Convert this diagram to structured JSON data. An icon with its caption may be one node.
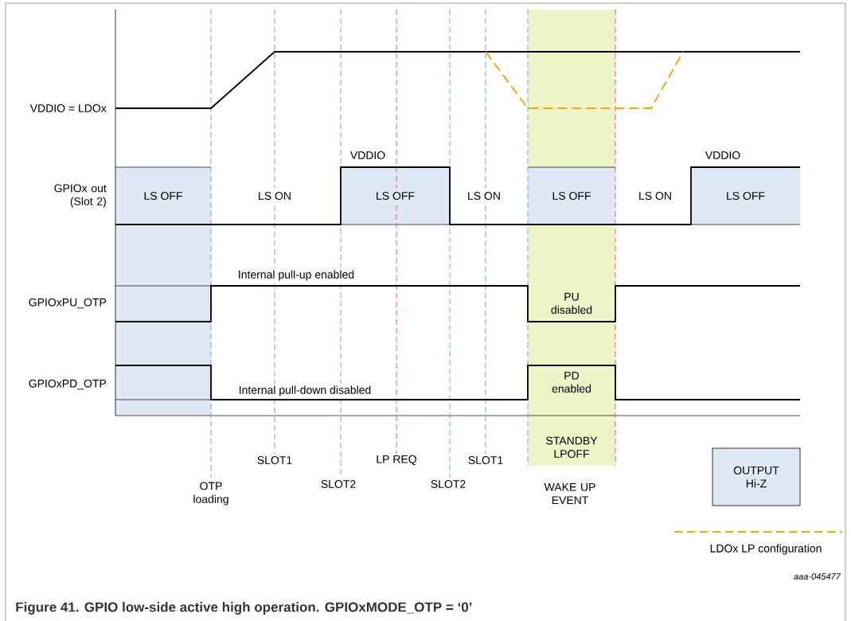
{
  "diagram": {
    "caption": "Figure 41.  GPIO low-side active high operation. GPIOxMODE_OTP = ‘0’",
    "nodes": [
      {
        "text": [
          "STANDBY LPOFF"
        ]
      }
    ],
    "labels": [
      "VDDIO = LDOx",
      "VDDIO",
      "VDDIO",
      "GPIOx out (Slot 2)",
      "LS OFF",
      "LS ON",
      "LS OFF",
      "LS ON",
      "LS OFF",
      "LS ON",
      "LS OFF",
      "GPIOxPU_OTP",
      "Internal pull-up enabled",
      "PU disabled",
      "GPIOxPD_OTP",
      "PD enabled",
      "Internal pull-down disabled",
      "SLOT1",
      "LP REQ",
      "SLOT1",
      "OTP loading",
      "SLOT2",
      "SLOT2",
      "WAKE UP EVENT",
      "aaa-045477"
    ],
    "legend": [
      {
        "text": "OUTPUT Hi-Z",
        "color": "#dfe8f5"
      },
      {
        "text": "LDOx LP configuration"
      }
    ]
  }
}
